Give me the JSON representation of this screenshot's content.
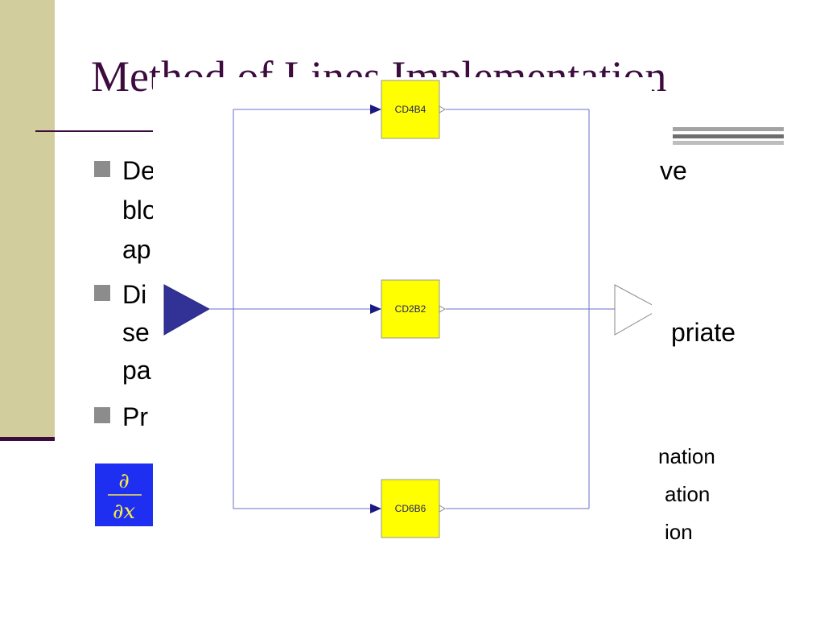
{
  "slide": {
    "title": "Method of Lines Implementation",
    "bullets": [
      {
        "fragments": [
          {
            "text": "De"
          },
          {
            "text": "ve"
          },
          {
            "text": "blo"
          },
          {
            "text": "ap"
          }
        ]
      },
      {
        "fragments": [
          {
            "text": "Di"
          },
          {
            "text": "se"
          },
          {
            "text": "priate"
          },
          {
            "text": "pa"
          }
        ]
      },
      {
        "fragments": [
          {
            "text": "Pr"
          }
        ]
      }
    ],
    "sub_fragments": [
      {
        "text": "nation"
      },
      {
        "text": "ation"
      },
      {
        "text": "ion"
      }
    ],
    "math": {
      "numerator": "∂",
      "denominator": "∂x"
    }
  },
  "diagram": {
    "blocks": [
      {
        "label": "CD4B4"
      },
      {
        "label": "CD2B2"
      },
      {
        "label": "CD6B6"
      }
    ],
    "colors": {
      "line": "#6a72c8",
      "block_fill": "#ffff00",
      "block_stroke": "#9a9a9a",
      "input_port": "#323296",
      "arrow": "#1a1a80"
    }
  },
  "colors": {
    "title": "#3d0c3f",
    "sidebar": "#d1cd9c",
    "math_box": "#1e2ff2",
    "math_text": "#f5e94a"
  }
}
